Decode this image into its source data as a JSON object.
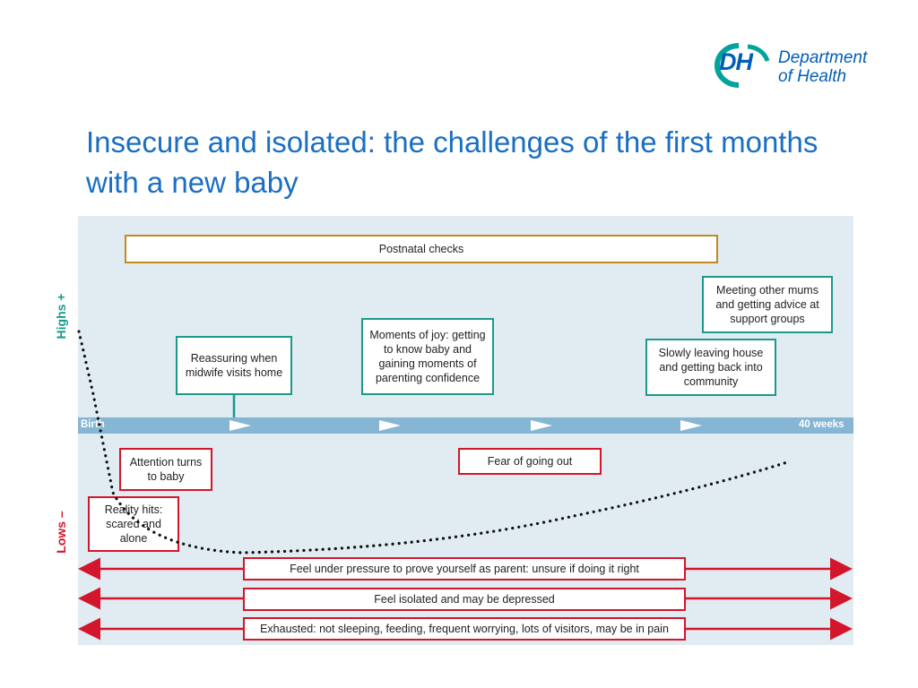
{
  "logo": {
    "initials": "DH",
    "line1": "Department",
    "line2": "of Health"
  },
  "slide": {
    "title": "Insecure and isolated: the challenges of the first months with a new baby"
  },
  "diagram": {
    "axis": {
      "highs": "Highs +",
      "lows": "Lows –"
    },
    "timeline": {
      "start": "Birth",
      "end": "40 weeks"
    },
    "postnatal": "Postnatal checks",
    "highs": [
      "Reassuring when midwife visits home",
      "Moments of joy: getting to know baby and gaining moments of parenting confidence",
      "Slowly leaving house and getting back into community",
      "Meeting other mums and getting advice at support groups"
    ],
    "lows": [
      "Attention turns to baby",
      "Reality hits: scared and alone",
      "Fear of going out"
    ],
    "bars": [
      "Feel under pressure to prove yourself as parent: unsure if doing it right",
      "Feel isolated and may be depressed",
      "Exhausted: not sleeping, feeding, frequent worrying, lots of visitors, may be in pain"
    ],
    "colors": {
      "teal": "#1b9a8a",
      "red": "#d3162b",
      "orange": "#c48a1c",
      "timeline": "#85b6d4",
      "title": "#1a6fc3"
    }
  }
}
